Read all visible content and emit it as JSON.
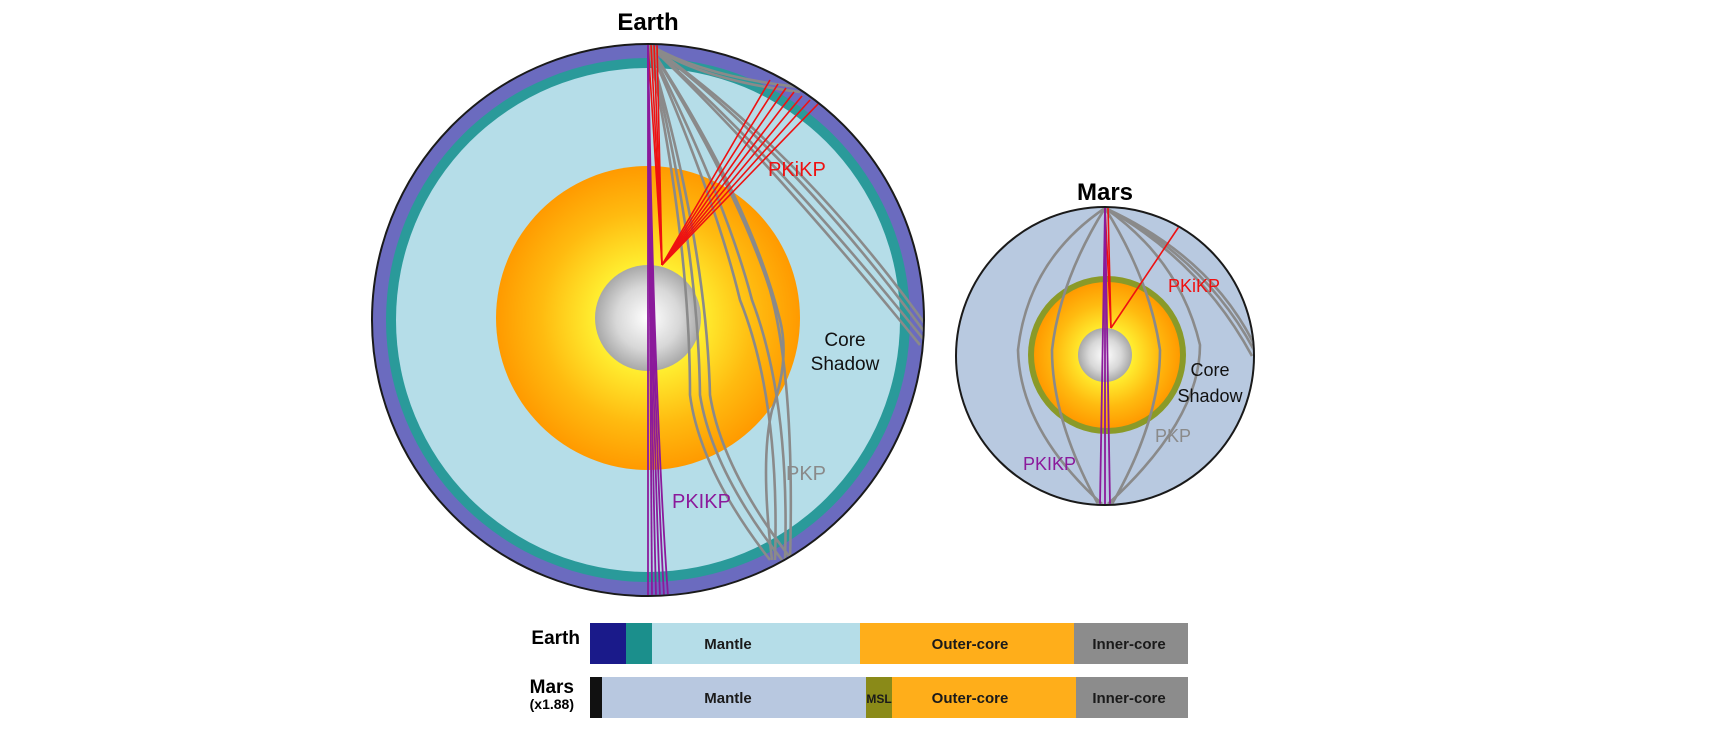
{
  "earth": {
    "title": "Earth",
    "labels": {
      "pkikp_red": "PKiKP",
      "core_shadow_line1": "Core",
      "core_shadow_line2": "Shadow",
      "pkp": "PKP",
      "pkikp_purple": "PKIKP"
    }
  },
  "mars": {
    "title": "Mars",
    "labels": {
      "pkikp_red": "PKiKP",
      "core_shadow_line1": "Core",
      "core_shadow_line2": "Shadow",
      "pkp": "PKP",
      "pkikp_purple": "PKIKP"
    }
  },
  "legend": {
    "earth_row": {
      "label": "Earth",
      "mantle": "Mantle",
      "outer_core": "Outer-core",
      "inner_core": "Inner-core"
    },
    "mars_row": {
      "label": "Mars",
      "scale_note": "(x1.88)",
      "mantle": "Mantle",
      "msl": "MSL",
      "outer_core": "Outer-core",
      "inner_core": "Inner-core"
    }
  },
  "colors": {
    "crust": "#6b6bbf",
    "transition": "#2a9a9a",
    "earth_mantle": "#b5dde8",
    "mars_mantle": "#b8c9e0",
    "outer_core": "#ffae1a",
    "inner_core": "#8c8c8c",
    "pkikp": "#8b1a9b",
    "pkikp_reflected": "#ee1111",
    "pkp": "#8a8a8a",
    "bar_crust": "#1a1a8a",
    "bar_teal": "#1b8f8c",
    "bar_mantle_earth": "#b5dde8",
    "bar_mantle_mars": "#b8c8e0",
    "bar_outer": "#ffae1a",
    "bar_inner": "#8c8c8c",
    "bar_msl": "#8a8a18",
    "bar_mars_crust": "#111111"
  }
}
